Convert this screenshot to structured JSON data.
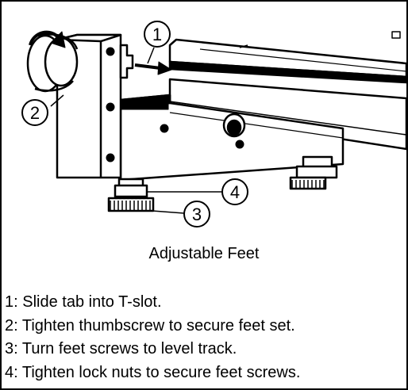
{
  "callouts": [
    "1",
    "2",
    "3",
    "4"
  ],
  "caption": "Adjustable Feet",
  "steps": [
    "1: Slide tab into T-slot.",
    "2: Tighten thumbscrew to secure feet set.",
    "3: Turn feet screws to level track.",
    "4: Tighten lock nuts to secure feet screws."
  ],
  "colors": {
    "line": "#000000",
    "background": "#ffffff"
  }
}
